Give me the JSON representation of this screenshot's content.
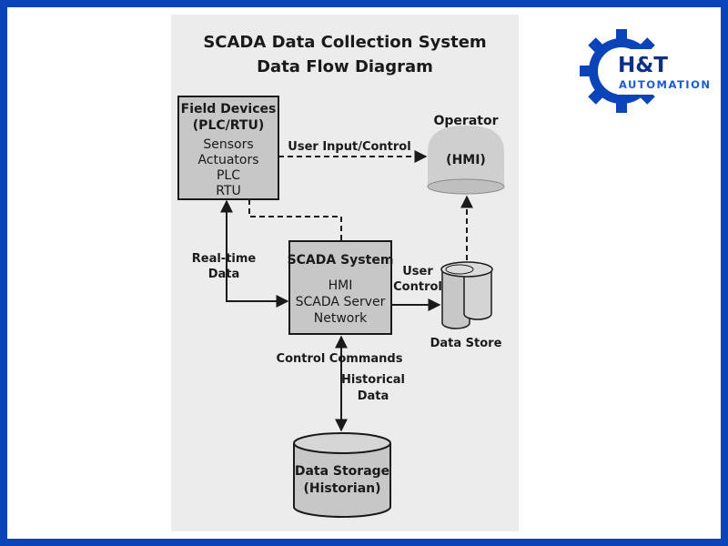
{
  "title": {
    "line1": "SCADA Data Collection System",
    "line2": "Data Flow Diagram"
  },
  "logo": {
    "icon": "gear-icon",
    "text": "H&T",
    "subtext": "AUTOMATION",
    "color": "#0b43b8"
  },
  "nodes": {
    "field_devices": {
      "title_line1": "Field Devices",
      "title_line2": "(PLC/RTU)",
      "items": [
        "Sensors",
        "Actuators",
        "PLC",
        "RTU"
      ]
    },
    "operator": {
      "label": "Operator",
      "inner": "(HMI)"
    },
    "scada_system": {
      "title": "SCADA System",
      "items": [
        "HMI",
        "SCADA Server",
        "Network"
      ]
    },
    "data_store": {
      "label": "Data Store"
    },
    "data_storage": {
      "line1": "Data Storage",
      "line2": "(Historian)"
    }
  },
  "edges": {
    "user_input_control": "User Input/Control",
    "realtime_line1": "Real-time",
    "realtime_line2": "Data",
    "user_control_line1": "User",
    "user_control_line2": "Control",
    "control_commands": "Control Commands",
    "historical_line1": "Historical",
    "historical_line2": "Data"
  },
  "colors": {
    "frame": "#0b43b8",
    "panel": "#ececec",
    "box_fill": "#c7c7c7",
    "accent_dark": "#0d2f86",
    "accent_light": "#1d5ad6"
  }
}
